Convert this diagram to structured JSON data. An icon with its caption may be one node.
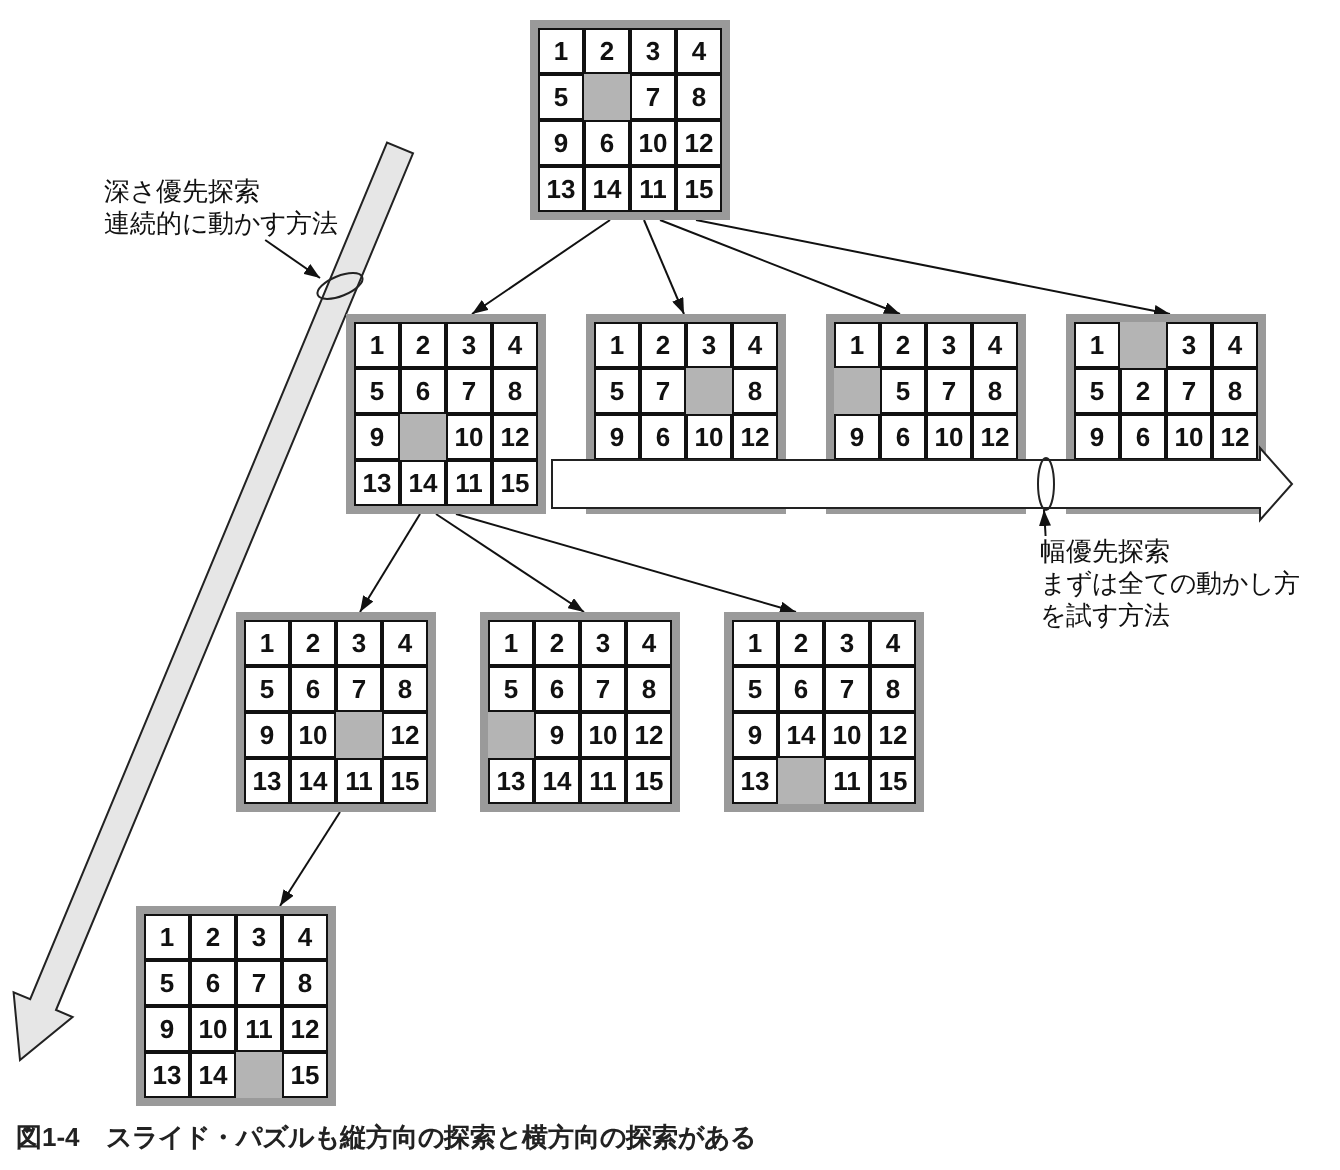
{
  "diagram": {
    "caption": "図1-4　スライド・パズルも縦方向の探索と横方向の探索がある",
    "nodes": [
      {
        "text": [],
        "shape": "box"
      },
      {
        "text": [
          "1"
        ],
        "in": 0
      },
      {
        "text": [
          "2"
        ],
        "in": 0
      },
      {
        "text": [
          "3"
        ],
        "in": 0
      },
      {
        "text": [
          "4"
        ],
        "in": 0
      },
      {
        "text": [
          "5"
        ],
        "in": 0
      },
      {
        "text": [],
        "shape": "box",
        "in": 0
      },
      {
        "text": [
          "7"
        ],
        "in": 0
      },
      {
        "text": [
          "8"
        ],
        "in": 0
      },
      {
        "text": [
          "9"
        ],
        "in": 0
      },
      {
        "text": [
          "6"
        ],
        "in": 0
      },
      {
        "text": [
          "10"
        ],
        "in": 0
      },
      {
        "text": [
          "12"
        ],
        "in": 0
      },
      {
        "text": [
          "13"
        ],
        "in": 0
      },
      {
        "text": [
          "14"
        ],
        "in": 0
      },
      {
        "text": [
          "11"
        ],
        "in": 0
      },
      {
        "text": [
          "15"
        ],
        "in": 0
      },
      {
        "text": [
          "深さ優先探索",
          "連続的に動かす方法"
        ]
      },
      {
        "text": [],
        "shape": "box"
      },
      {
        "text": [
          "1"
        ],
        "in": 18
      },
      {
        "text": [
          "2"
        ],
        "in": 18
      },
      {
        "text": [
          "3"
        ],
        "in": 18
      },
      {
        "text": [
          "4"
        ],
        "in": 18
      },
      {
        "text": [
          "5"
        ],
        "in": 18
      },
      {
        "text": [
          "6"
        ],
        "in": 18
      },
      {
        "text": [
          "7"
        ],
        "in": 18
      },
      {
        "text": [
          "8"
        ],
        "in": 18
      },
      {
        "text": [
          "9"
        ],
        "in": 18
      },
      {
        "text": [],
        "shape": "box",
        "in": 18
      },
      {
        "text": [
          "10"
        ],
        "in": 18
      },
      {
        "text": [
          "12"
        ],
        "in": 18
      },
      {
        "text": [
          "13"
        ],
        "in": 18
      },
      {
        "text": [
          "14"
        ],
        "in": 18
      },
      {
        "text": [
          "11"
        ],
        "in": 18
      },
      {
        "text": [
          "15"
        ],
        "in": 18
      },
      {
        "text": [],
        "shape": "box"
      },
      {
        "text": [
          "1"
        ],
        "in": 35
      },
      {
        "text": [
          "2"
        ],
        "in": 35
      },
      {
        "text": [
          "3"
        ],
        "in": 35
      },
      {
        "text": [
          "4"
        ],
        "in": 35
      },
      {
        "text": [
          "5"
        ],
        "in": 35
      },
      {
        "text": [
          "7"
        ],
        "in": 35
      },
      {
        "text": [],
        "shape": "box",
        "in": 35
      },
      {
        "text": [
          "8"
        ],
        "in": 35
      },
      {
        "text": [
          "9"
        ],
        "in": 35
      },
      {
        "text": [
          "6"
        ],
        "in": 35
      },
      {
        "text": [
          "10"
        ],
        "in": 35
      },
      {
        "text": [
          "12"
        ],
        "in": 35
      },
      {
        "text": [],
        "shape": "box"
      },
      {
        "text": [
          "1"
        ],
        "in": 48
      },
      {
        "text": [
          "2"
        ],
        "in": 48
      },
      {
        "text": [
          "3"
        ],
        "in": 48
      },
      {
        "text": [
          "4"
        ],
        "in": 48
      },
      {
        "text": [],
        "shape": "box",
        "in": 48
      },
      {
        "text": [
          "5"
        ],
        "in": 48
      },
      {
        "text": [
          "7"
        ],
        "in": 48
      },
      {
        "text": [
          "8"
        ],
        "in": 48
      },
      {
        "text": [
          "9"
        ],
        "in": 48
      },
      {
        "text": [
          "6"
        ],
        "in": 48
      },
      {
        "text": [
          "10"
        ],
        "in": 48
      },
      {
        "text": [
          "12"
        ],
        "in": 48
      },
      {
        "text": [],
        "shape": "box"
      },
      {
        "text": [
          "1"
        ],
        "in": 61
      },
      {
        "text": [],
        "shape": "box",
        "in": 61
      },
      {
        "text": [
          "3"
        ],
        "in": 61
      },
      {
        "text": [
          "4"
        ],
        "in": 61
      },
      {
        "text": [
          "5"
        ],
        "in": 61
      },
      {
        "text": [
          "2"
        ],
        "in": 61
      },
      {
        "text": [
          "7"
        ],
        "in": 61
      },
      {
        "text": [
          "8"
        ],
        "in": 61
      },
      {
        "text": [
          "9"
        ],
        "in": 61
      },
      {
        "text": [
          "6"
        ],
        "in": 61
      },
      {
        "text": [
          "10"
        ],
        "in": 61
      },
      {
        "text": [
          "12"
        ],
        "in": 61
      },
      {
        "text": [
          "幅優先探索",
          "まずは全ての動かし方を試す方法"
        ]
      },
      {
        "text": [],
        "shape": "box"
      },
      {
        "text": [
          "1"
        ],
        "in": 75
      },
      {
        "text": [
          "2"
        ],
        "in": 75
      },
      {
        "text": [
          "3"
        ],
        "in": 75
      },
      {
        "text": [
          "4"
        ],
        "in": 75
      },
      {
        "text": [
          "5"
        ],
        "in": 75
      },
      {
        "text": [
          "6"
        ],
        "in": 75
      },
      {
        "text": [
          "7"
        ],
        "in": 75
      },
      {
        "text": [
          "8"
        ],
        "in": 75
      },
      {
        "text": [
          "9"
        ],
        "in": 75
      },
      {
        "text": [
          "10"
        ],
        "in": 75
      },
      {
        "text": [],
        "shape": "box",
        "in": 75
      },
      {
        "text": [
          "12"
        ],
        "in": 75
      },
      {
        "text": [
          "13"
        ],
        "in": 75
      },
      {
        "text": [
          "14"
        ],
        "in": 75
      },
      {
        "text": [
          "11"
        ],
        "in": 75
      },
      {
        "text": [
          "15"
        ],
        "in": 75
      },
      {
        "text": [],
        "shape": "box"
      },
      {
        "text": [
          "1"
        ],
        "in": 92
      },
      {
        "text": [
          "2"
        ],
        "in": 92
      },
      {
        "text": [
          "3"
        ],
        "in": 92
      },
      {
        "text": [
          "4"
        ],
        "in": 92
      },
      {
        "text": [
          "5"
        ],
        "in": 92
      },
      {
        "text": [
          "6"
        ],
        "in": 92
      },
      {
        "text": [
          "7"
        ],
        "in": 92
      },
      {
        "text": [
          "8"
        ],
        "in": 92
      },
      {
        "text": [],
        "shape": "box",
        "in": 92
      },
      {
        "text": [
          "9"
        ],
        "in": 92
      },
      {
        "text": [
          "10"
        ],
        "in": 92
      },
      {
        "text": [
          "12"
        ],
        "in": 92
      },
      {
        "text": [
          "13"
        ],
        "in": 92
      },
      {
        "text": [
          "14"
        ],
        "in": 92
      },
      {
        "text": [
          "11"
        ],
        "in": 92
      },
      {
        "text": [
          "15"
        ],
        "in": 92
      },
      {
        "text": [],
        "shape": "box"
      },
      {
        "text": [
          "1"
        ],
        "in": 109
      },
      {
        "text": [
          "2"
        ],
        "in": 109
      },
      {
        "text": [
          "3"
        ],
        "in": 109
      },
      {
        "text": [
          "4"
        ],
        "in": 109
      },
      {
        "text": [
          "5"
        ],
        "in": 109
      },
      {
        "text": [
          "6"
        ],
        "in": 109
      },
      {
        "text": [
          "7"
        ],
        "in": 109
      },
      {
        "text": [
          "8"
        ],
        "in": 109
      },
      {
        "text": [
          "9"
        ],
        "in": 109
      },
      {
        "text": [
          "14"
        ],
        "in": 109
      },
      {
        "text": [
          "10"
        ],
        "in": 109
      },
      {
        "text": [
          "12"
        ],
        "in": 109
      },
      {
        "text": [
          "13"
        ],
        "in": 109
      },
      {
        "text": [],
        "shape": "box",
        "in": 109
      },
      {
        "text": [
          "11"
        ],
        "in": 109
      },
      {
        "text": [
          "15"
        ],
        "in": 109
      },
      {
        "text": [],
        "shape": "box"
      },
      {
        "text": [
          "1"
        ],
        "in": 126
      },
      {
        "text": [
          "2"
        ],
        "in": 126
      },
      {
        "text": [
          "3"
        ],
        "in": 126
      },
      {
        "text": [
          "4"
        ],
        "in": 126
      },
      {
        "text": [
          "5"
        ],
        "in": 126
      },
      {
        "text": [
          "6"
        ],
        "in": 126
      },
      {
        "text": [
          "7"
        ],
        "in": 126
      },
      {
        "text": [
          "8"
        ],
        "in": 126
      },
      {
        "text": [
          "9"
        ],
        "in": 126
      },
      {
        "text": [
          "10"
        ],
        "in": 126
      },
      {
        "text": [
          "11"
        ],
        "in": 126
      },
      {
        "text": [
          "12"
        ],
        "in": 126
      },
      {
        "text": [
          "13"
        ],
        "in": 126
      },
      {
        "text": [
          "14"
        ],
        "in": 126
      },
      {
        "text": [],
        "shape": "box",
        "in": 126
      },
      {
        "text": [
          "15"
        ],
        "in": 126
      },
      {
        "text": [],
        "shape": "arrow"
      },
      {
        "text": [],
        "shape": "arrow"
      }
    ],
    "edges": [
      {
        "from": 0,
        "to": 18,
        "arrow": "to"
      },
      {
        "from": 0,
        "to": 35,
        "arrow": "to"
      },
      {
        "from": 0,
        "to": 48,
        "arrow": "to"
      },
      {
        "from": 0,
        "to": 61,
        "arrow": "to"
      },
      {
        "from": 18,
        "to": 75,
        "arrow": "to"
      },
      {
        "from": 18,
        "to": 92,
        "arrow": "to"
      },
      {
        "from": 18,
        "to": 109,
        "arrow": "to"
      },
      {
        "from": 75,
        "to": 126,
        "arrow": "to"
      },
      {
        "from": 17,
        "to": 143,
        "arrow": "to"
      },
      {
        "from": 74,
        "to": 144,
        "arrow": "to"
      }
    ]
  }
}
